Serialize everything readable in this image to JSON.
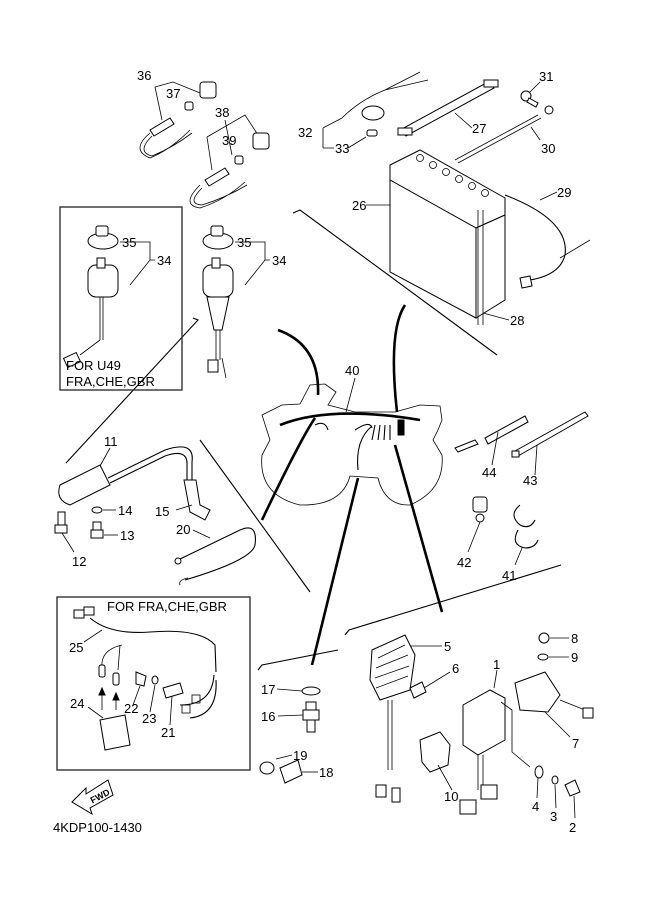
{
  "diagram": {
    "title": "Electrical parts exploded view",
    "drawing_code": "4KDP100-1430",
    "fwd_arrow_label": "FWD",
    "boxes": {
      "main_switch_variant": {
        "line1": "FOR  U49",
        "line2": "FRA,CHE,GBR"
      },
      "neutral_switch_variant": {
        "label": "FOR FRA,CHE,GBR"
      }
    },
    "callouts": {
      "p1": "1",
      "p2": "2",
      "p3": "3",
      "p4": "4",
      "p5": "5",
      "p6": "6",
      "p7": "7",
      "p8": "8",
      "p9": "9",
      "p10": "10",
      "p11": "11",
      "p12": "12",
      "p13": "13",
      "p14": "14",
      "p15": "15",
      "p16": "16",
      "p17": "17",
      "p18": "18",
      "p19": "19",
      "p20": "20",
      "p21": "21",
      "p22": "22",
      "p23": "23",
      "p24": "24",
      "p25": "25",
      "p26": "26",
      "p27": "27",
      "p28": "28",
      "p29": "29",
      "p30": "30",
      "p31": "31",
      "p32": "32",
      "p33": "33",
      "p34a": "34",
      "p34b": "34",
      "p35a": "35",
      "p35b": "35",
      "p36": "36",
      "p37": "37",
      "p38": "38",
      "p39": "39",
      "p40": "40",
      "p41": "41",
      "p42": "42",
      "p43": "43",
      "p44": "44"
    }
  }
}
